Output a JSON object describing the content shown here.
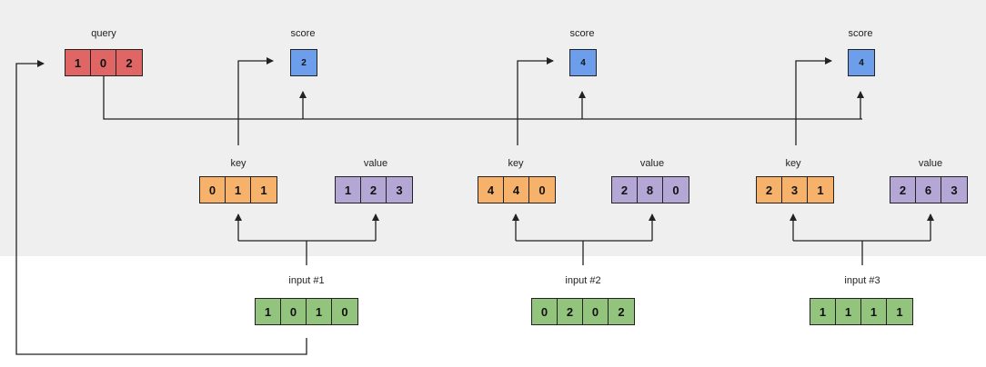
{
  "colors": {
    "query": "#e06666",
    "score": "#6d9eeb",
    "key": "#f6b26b",
    "value": "#b4a7d6",
    "input": "#93c47d",
    "band": "#efefef"
  },
  "query": {
    "label": "query",
    "values": [
      "1",
      "0",
      "2"
    ]
  },
  "scores": [
    {
      "label": "score",
      "value": "2"
    },
    {
      "label": "score",
      "value": "4"
    },
    {
      "label": "score",
      "value": "4"
    }
  ],
  "groups": [
    {
      "key": {
        "label": "key",
        "values": [
          "0",
          "1",
          "1"
        ]
      },
      "value": {
        "label": "value",
        "values": [
          "1",
          "2",
          "3"
        ]
      },
      "input": {
        "label": "input #1",
        "values": [
          "1",
          "0",
          "1",
          "0"
        ]
      }
    },
    {
      "key": {
        "label": "key",
        "values": [
          "4",
          "4",
          "0"
        ]
      },
      "value": {
        "label": "value",
        "values": [
          "2",
          "8",
          "0"
        ]
      },
      "input": {
        "label": "input #2",
        "values": [
          "0",
          "2",
          "0",
          "2"
        ]
      }
    },
    {
      "key": {
        "label": "key",
        "values": [
          "2",
          "3",
          "1"
        ]
      },
      "value": {
        "label": "value",
        "values": [
          "2",
          "6",
          "3"
        ]
      },
      "input": {
        "label": "input #3",
        "values": [
          "1",
          "1",
          "1",
          "1"
        ]
      }
    }
  ]
}
